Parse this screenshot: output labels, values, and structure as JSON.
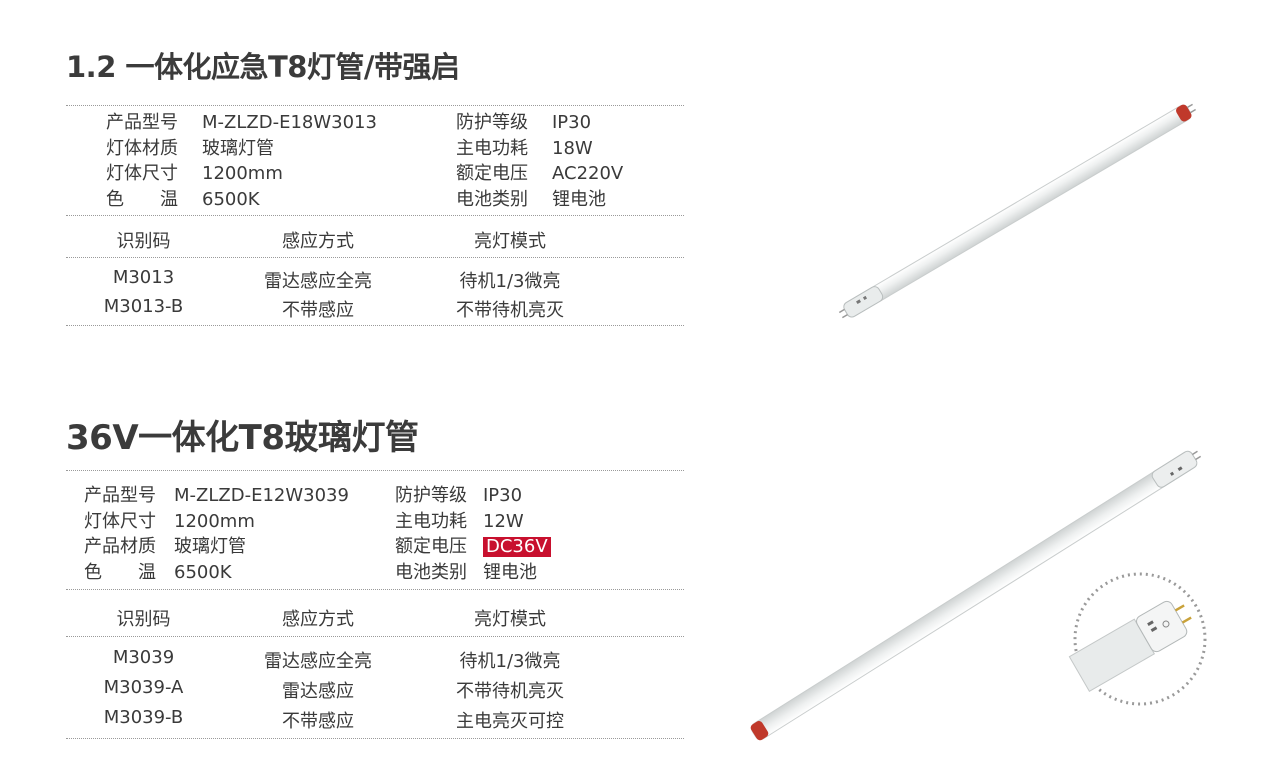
{
  "product1": {
    "title": "1.2 一体化应急T8灯管/带强启",
    "specs_left": [
      {
        "label": "产品型号",
        "value": "M-ZLZD-E18W3013"
      },
      {
        "label": "灯体材质",
        "value": "玻璃灯管"
      },
      {
        "label": "灯体尺寸",
        "value": "1200mm"
      },
      {
        "label": "色　　温",
        "value": "6500K"
      }
    ],
    "specs_right": [
      {
        "label": "防护等级",
        "value": "IP30"
      },
      {
        "label": "主电功耗",
        "value": "18W"
      },
      {
        "label": "额定电压",
        "value": "AC220V"
      },
      {
        "label": "电池类别",
        "value": "锂电池"
      }
    ],
    "table_headers": [
      "识别码",
      "感应方式",
      "亮灯模式"
    ],
    "table_rows": [
      [
        "M3013",
        "雷达感应全亮",
        "待机1/3微亮"
      ],
      [
        "M3013-B",
        "不带感应",
        "不带待机亮灭"
      ]
    ]
  },
  "product2": {
    "title": "36V一体化T8玻璃灯管",
    "specs_left": [
      {
        "label": "产品型号",
        "value": "M-ZLZD-E12W3039"
      },
      {
        "label": "灯体尺寸",
        "value": "1200mm"
      },
      {
        "label": "产品材质",
        "value": "玻璃灯管"
      },
      {
        "label": "色　　温",
        "value": "6500K"
      }
    ],
    "specs_right": [
      {
        "label": "防护等级",
        "value": "IP30"
      },
      {
        "label": "主电功耗",
        "value": "12W"
      },
      {
        "label": "额定电压",
        "value": "DC36V"
      },
      {
        "label": "电池类别",
        "value": "锂电池"
      }
    ],
    "table_headers": [
      "识别码",
      "感应方式",
      "亮灯模式"
    ],
    "table_rows": [
      [
        "M3039",
        "雷达感应全亮",
        "待机1/3微亮"
      ],
      [
        "M3039-A",
        "雷达感应",
        "不带待机亮灭"
      ],
      [
        "M3039-B",
        "不带感应",
        "主电亮灭可控"
      ]
    ]
  },
  "colors": {
    "accent_tag": "#c8102e",
    "text": "#3a3a3a",
    "endcap_red": "#c0392b"
  }
}
